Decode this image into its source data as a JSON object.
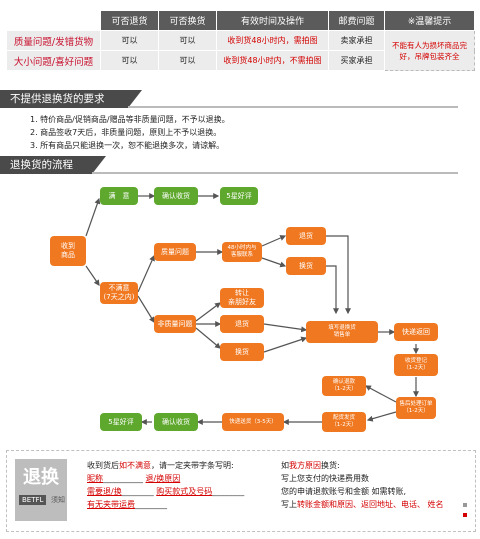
{
  "table": {
    "headers": [
      "",
      "可否退货",
      "可否换货",
      "有效时间及操作",
      "邮费问题",
      "※温馨提示"
    ],
    "rows": [
      {
        "label": "质量问题/发错货物",
        "can_return": "可以",
        "can_exchange": "可以",
        "time_op": "收到货48小时内，需拍图",
        "postage": "卖家承担"
      },
      {
        "label": "大小问题/喜好问题",
        "can_return": "可以",
        "can_exchange": "可以",
        "time_op": "收到货48小时内，不需拍图",
        "postage": "买家承担"
      }
    ],
    "note": "不能有人为损坏商品完好，吊牌包装齐全"
  },
  "section1": {
    "title": "不提供退换货的要求",
    "rules": [
      "1. 特价商品/促销商品/赠品等非质量问题，不予以退换。",
      "2. 商品签收7天后，非质量问题，原则上不予以退换。",
      "3. 所有商品只能退换一次，恕不能退换多次，请谅解。"
    ]
  },
  "section2": {
    "title": "退换货的流程"
  },
  "flow": {
    "received": "收到\n商品",
    "satisfied": "满　意",
    "confirm1": "确认收货",
    "five_star1": "5星好评",
    "unsatisfied": "不满意\n(7天之内)",
    "quality": "质量问题",
    "contact48": "48小时内与\n客服联系",
    "return1": "退货",
    "exchange1": "换货",
    "non_quality": "非质量问题",
    "transfer": "转让\n亲朋好友",
    "return2": "退货",
    "exchange2": "换货",
    "fill_form": "填写退换货\n销售单",
    "ship_back": "快递返回",
    "register": "收货登记\n（1-2天）",
    "process": "售后处理订单\n（1-2天）",
    "confirm_refund": "确认退款\n（1-2天）",
    "dispatch": "配货发货\n（1-2天）",
    "express": "快递送货（3-5天）",
    "confirm2": "确认收货",
    "five_star2": "5星好评"
  },
  "footer": {
    "logo_big": "退换",
    "logo_en": "BETFL",
    "logo_zh": "须知",
    "left_intro_a": "收到货后",
    "left_intro_red": "如不满意",
    "left_intro_b": "，请一定夹带字条写明:",
    "left_line1_a": "昵称",
    "left_line1_b": "退/换原因",
    "left_line2_a": "需要退/换",
    "left_line2_b": "购买款式及号码",
    "left_line3": "有无夹带运费",
    "right_intro_a": "如",
    "right_intro_red": "我方原因",
    "right_intro_b": "换货:",
    "right_line1": "写上您支付的快递费用数",
    "right_line2": "您的申请退款账号和金额 如需转账,",
    "right_line3_a": "写上",
    "right_line3_red": "转账金额和原因、返回地址、电话、 姓名"
  }
}
